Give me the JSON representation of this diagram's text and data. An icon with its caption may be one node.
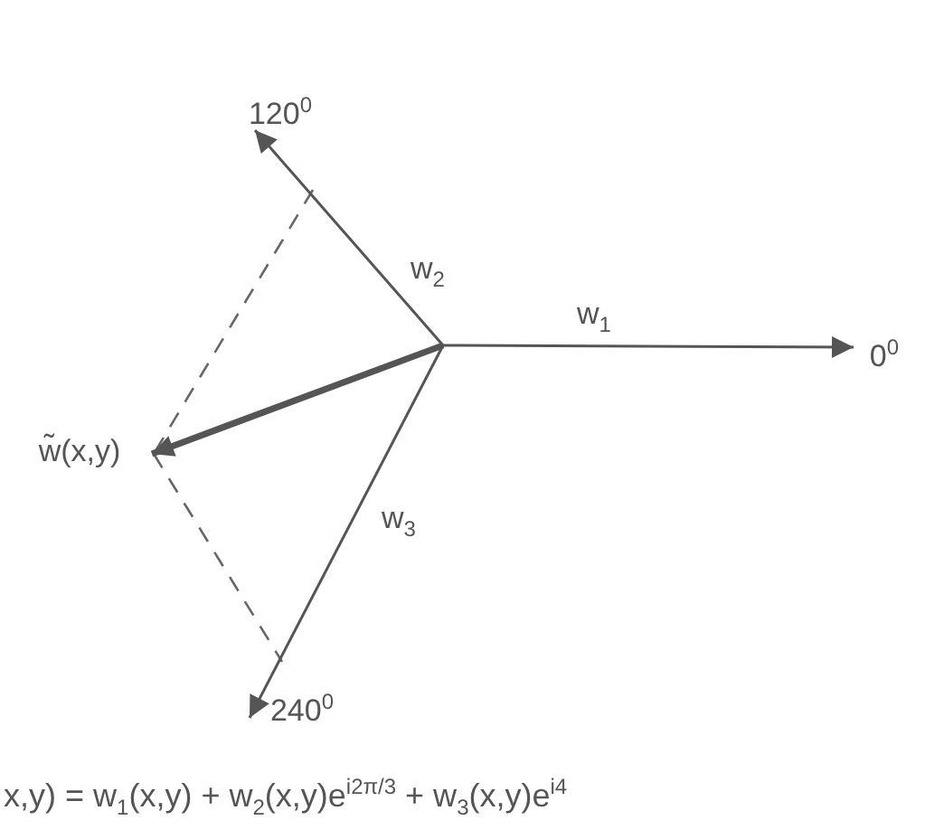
{
  "diagram": {
    "nodes": [
      {
        "text": [
          "120$^{0}$"
        ]
      },
      {
        "text": [
          "0$^{0}$"
        ]
      },
      {
        "text": [
          "240$^{0}$"
        ]
      },
      {
        "text": [
          "w̃(x,y)"
        ]
      }
    ],
    "edges": [
      {
        "from": null,
        "to": 0,
        "arrow": "to",
        "label": "w$_{2}$"
      },
      {
        "from": null,
        "to": 1,
        "arrow": "to",
        "label": "w$_{1}$"
      },
      {
        "from": null,
        "to": 2,
        "arrow": "to",
        "label": "w$_{3}$"
      },
      {
        "from": null,
        "to": 3,
        "arrow": "to",
        "style": "thick"
      }
    ],
    "labels": [
      "x,y) = w$_{1}$(x,y) + w$_{2}$(x,y)e$^{i2π/3}$ + w$_{3}$(x,y)e$^{i4}$"
    ]
  }
}
